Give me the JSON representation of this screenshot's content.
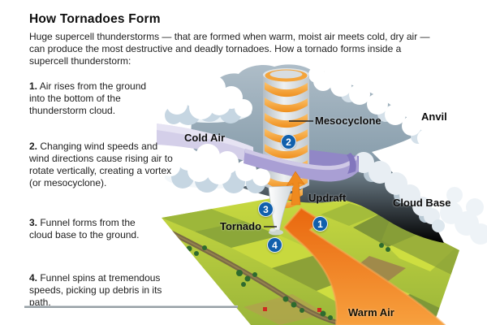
{
  "header": {
    "title": "How Tornadoes Form",
    "intro": "Huge supercell thunderstorms — that are formed when warm, moist air meets cold, dry air — can produce the most destructive and deadly tornadoes. How a tornado forms inside a supercell thunderstorm:"
  },
  "steps": [
    {
      "num": "1.",
      "text": " Air rises from the ground into the bottom of the thunderstorm cloud."
    },
    {
      "num": "2.",
      "text": " Changing wind speeds and wind directions cause rising air to rotate vertically, creating a vortex (or mesocyclone)."
    },
    {
      "num": "3.",
      "text": " Funnel forms from the cloud base to the ground."
    },
    {
      "num": "4.",
      "text": " Funnel spins at tremendous speeds, picking up debris in its path."
    }
  ],
  "diagram": {
    "labels": {
      "mesocyclone": "Mesocyclone",
      "anvil": "Anvil",
      "cold_air": "Cold Air",
      "updraft": "Updraft",
      "cloud_base": "Cloud Base",
      "tornado": "Tornado",
      "warm_air": "Warm Air"
    },
    "markers": [
      "1",
      "2",
      "3",
      "4"
    ],
    "colors": {
      "marker_blue": "#1160ac",
      "spiral_orange": "#f49d2b",
      "warm_air_orange": "#ee7517",
      "cold_air_lavender": "#b1a7d8",
      "storm_cloud_gray": "#8496a4",
      "ground_green": "#b8cc3c"
    }
  }
}
